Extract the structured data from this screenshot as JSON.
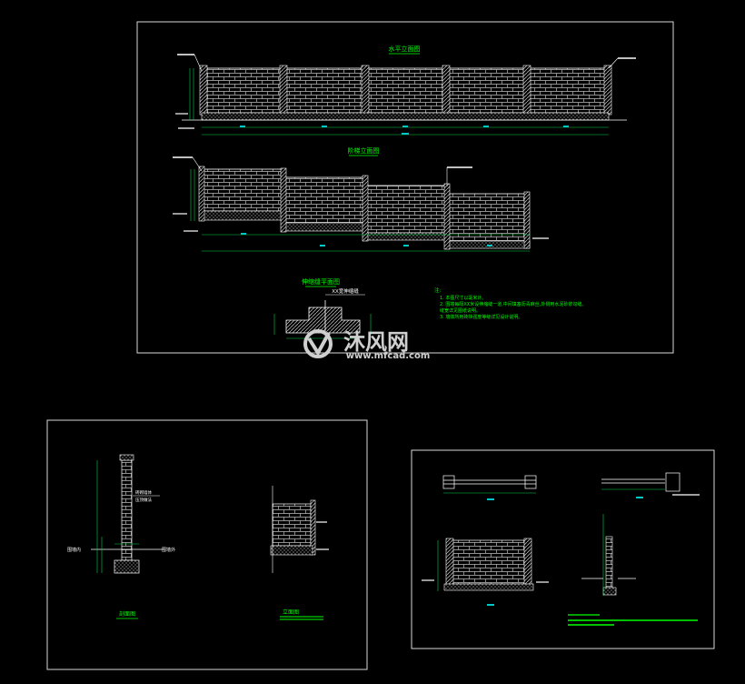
{
  "colors": {
    "background": "#000000",
    "frame": "#d8d8d8",
    "line": "#ffffff",
    "dim": "#00d24a",
    "text_green": "#00ff00",
    "text_yellow": "#e8e000",
    "cyan": "#00c8c8",
    "hatch": "#bbbbbb",
    "watermark": "#cfcfcf"
  },
  "sheet1": {
    "title_top": "水平立面图",
    "title_mid": "阶梯立面图",
    "title_detail": "伸缩缝平面图",
    "detail_label": "XX宽伸缩缝",
    "notes_heading": "注:",
    "notes": [
      "1. 本图尺寸以毫米计。",
      "2. 围墙每隔XX米设伸缩缝一道,中间填塞沥青麻丝,外侧用水泥砂浆勾缝。",
      "   缝宽详见图纸说明。",
      "3. 墙体所用砖块强度等级详见设计说明。"
    ]
  },
  "sheet2": {
    "label_inner": "围墙内",
    "label_outer": "围墙外",
    "label_tag1": "砖砌墙体",
    "label_tag2": "压顶做法",
    "title_left": "剖面图",
    "title_right": "立面图"
  },
  "watermark": {
    "brand": "沐风网",
    "url": "www.mfcad.com"
  }
}
